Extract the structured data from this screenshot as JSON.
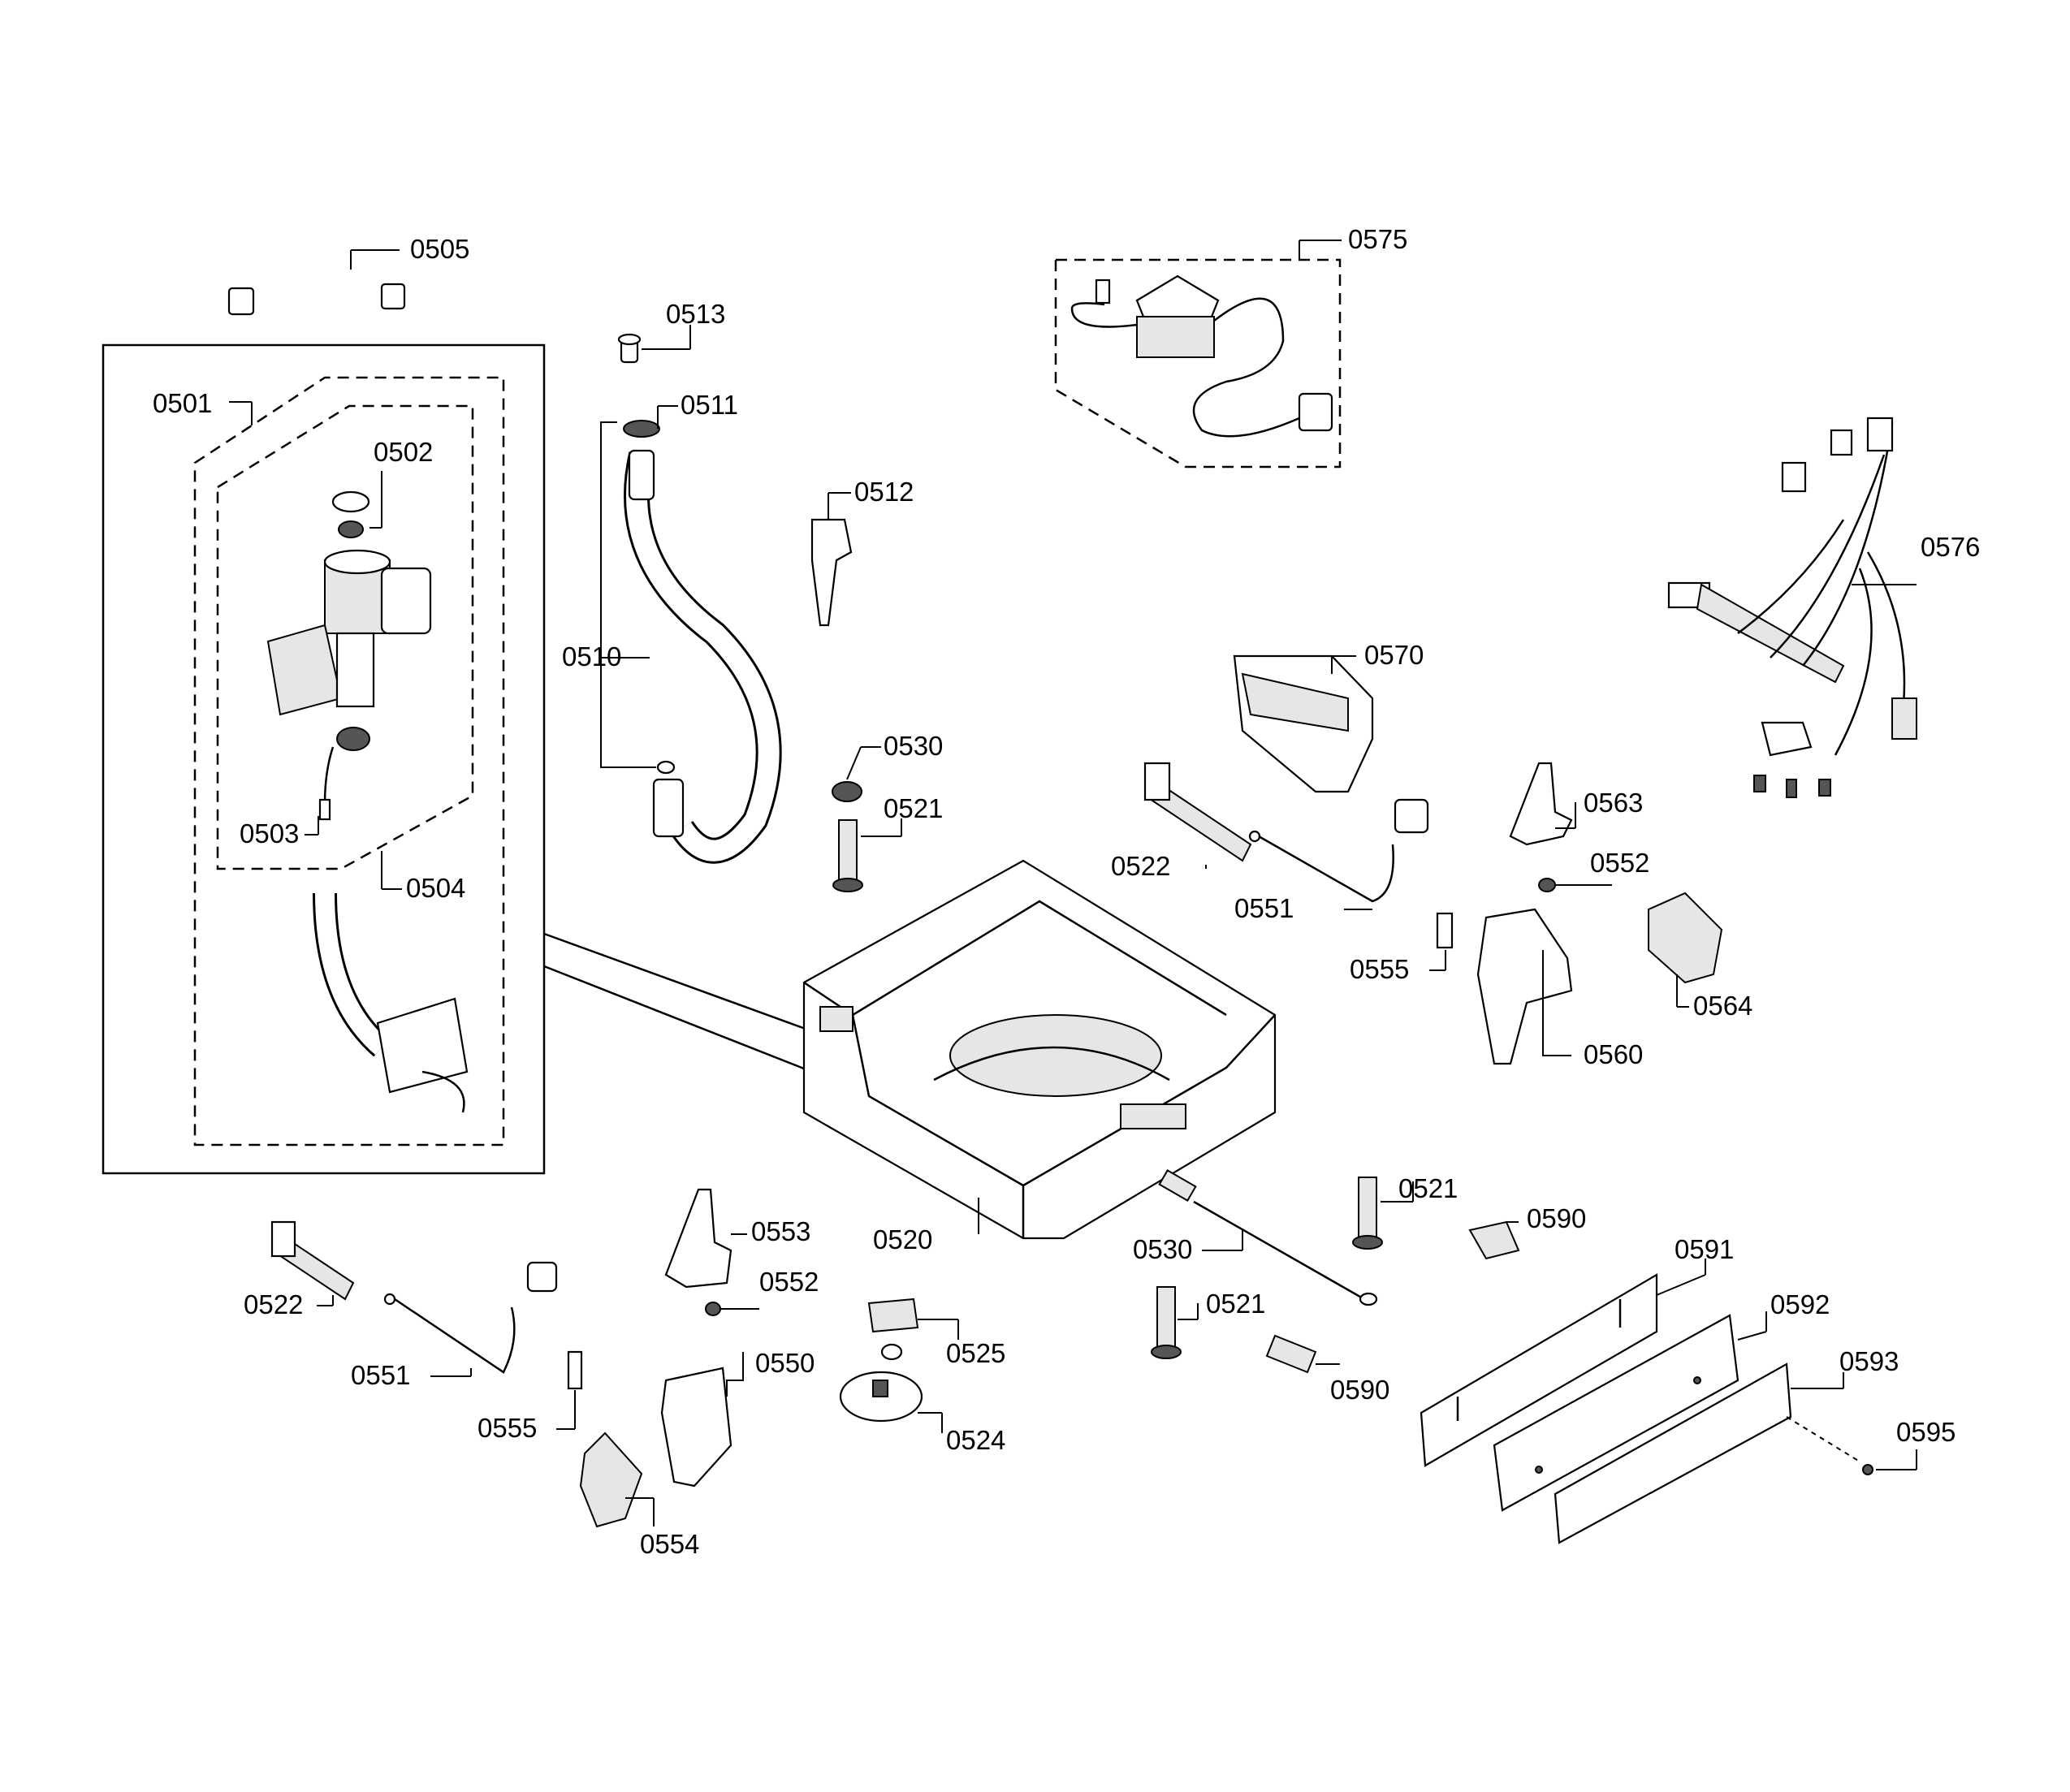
{
  "diagram": {
    "labels": {
      "p0505": "0505",
      "p0513": "0513",
      "p0511": "0511",
      "p0575": "0575",
      "p0501": "0501",
      "p0502": "0502",
      "p0512": "0512",
      "p0510": "0510",
      "p0576": "0576",
      "p0570": "0570",
      "p0530a": "0530",
      "p0521a": "0521",
      "p0503": "0503",
      "p0563": "0563",
      "p0522a": "0522",
      "p0552a": "0552",
      "p0504": "0504",
      "p0551a": "0551",
      "p0555a": "0555",
      "p0564": "0564",
      "p0560": "0560",
      "p0521b": "0521",
      "p0553": "0553",
      "p0590a": "0590",
      "p0520": "0520",
      "p0530b": "0530",
      "p0591": "0591",
      "p0552b": "0552",
      "p0522b": "0522",
      "p0521c": "0521",
      "p0592": "0592",
      "p0525": "0525",
      "p0550": "0550",
      "p0551b": "0551",
      "p0593": "0593",
      "p0590b": "0590",
      "p0555b": "0555",
      "p0524": "0524",
      "p0595": "0595",
      "p0554": "0554"
    }
  }
}
